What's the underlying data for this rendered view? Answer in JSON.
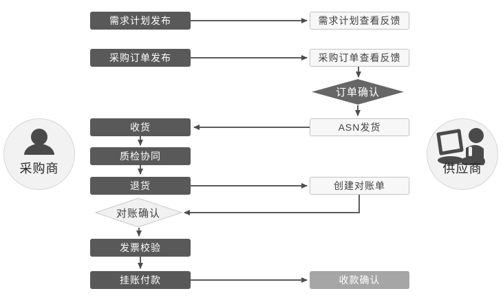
{
  "actors": {
    "buyer": {
      "label": "采购商",
      "icon": "person-silhouette-icon"
    },
    "supplier": {
      "label": "供应商",
      "icon": "person-with-laptop-icon"
    }
  },
  "nodes": {
    "demand_plan_publish": "需求计划发布",
    "demand_plan_feedback": "需求计划查看反馈",
    "po_publish": "采购订单发布",
    "po_feedback": "采购订单查看反馈",
    "order_confirm": "订单确认",
    "goods_receipt": "收货",
    "asn_shipping": "ASN发货",
    "quality_collab": "质检协同",
    "goods_return": "退货",
    "create_statement": "创建对账单",
    "statement_confirm": "对账确认",
    "invoice_check": "发票校验",
    "book_payment": "挂账付款",
    "receipt_confirm": "收款确认"
  },
  "flow": [
    "需求计划发布 → 需求计划查看反馈",
    "采购订单发布 → 采购订单查看反馈",
    "采购订单查看反馈 → 订单确认",
    "订单确认 → ASN发货",
    "ASN发货 → 收货",
    "收货 → 质检协同",
    "质检协同 → 退货",
    "退货 → 创建对账单",
    "创建对账单 → 对账确认",
    "对账确认 → 发票校验",
    "发票校验 → 挂账付款",
    "挂账付款 → 收款确认"
  ],
  "colors": {
    "dark_box": "#595959",
    "dark_diamond": "#666666",
    "light_fill": "#f7f7f7",
    "light_border": "#c3c3c3",
    "light_diamond_fill": "#f1f1f1",
    "medium_box": "#a6a6a6",
    "actor_circle_fill": "#f2f2f2",
    "line": "#5a5a5a",
    "arrowhead": "#4d4d4d",
    "text_on_dark": "#ffffff",
    "text_on_light": "#404040"
  }
}
